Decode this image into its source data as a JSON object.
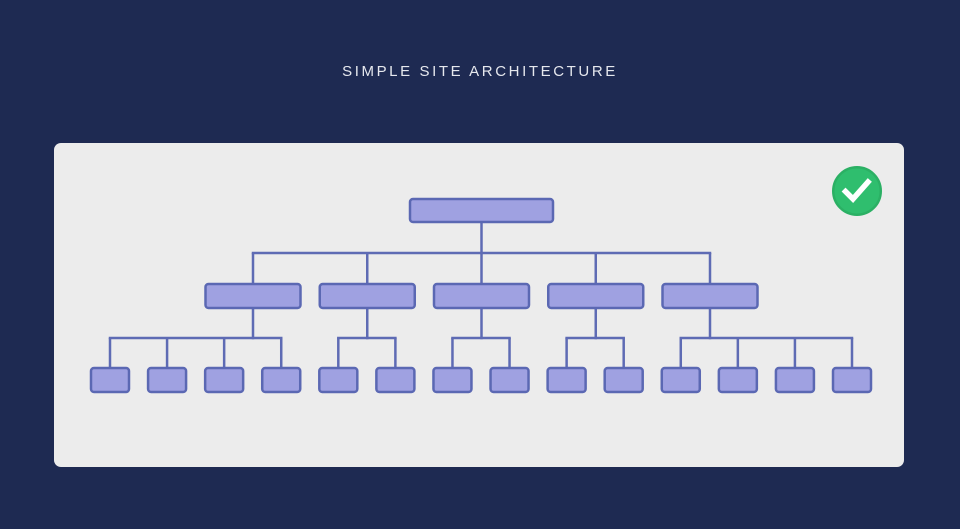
{
  "title": "SIMPLE SITE ARCHITECTURE",
  "badge": {
    "icon": "checkmark"
  },
  "diagram": {
    "type": "tree",
    "levels": 3,
    "root_count": 1,
    "branch_count": 5,
    "leaf_count": 14,
    "leaves_per_branch": [
      4,
      2,
      2,
      2,
      4
    ]
  },
  "colors": {
    "background": "#1e2a52",
    "card": "#ececec",
    "node_fill": "#9fa1e1",
    "node_border": "#5b68b3",
    "connector": "#5e6bb4",
    "badge_green": "#2fbe6e",
    "badge_green_border": "#2bb064",
    "check_white": "#ffffff",
    "title_text": "#e6e8ee"
  }
}
